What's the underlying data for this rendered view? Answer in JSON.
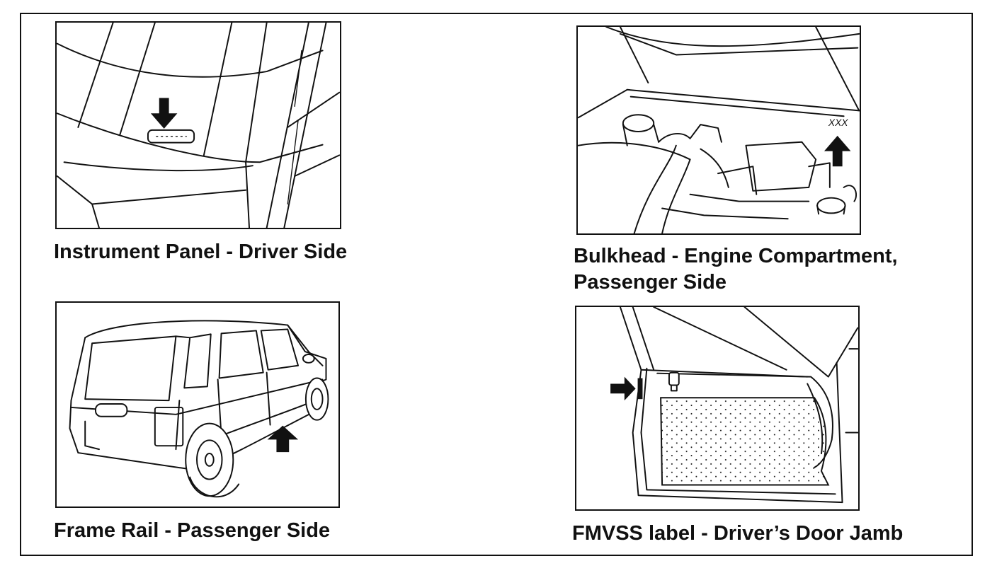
{
  "figures": [
    {
      "id": "instrument-panel",
      "caption": "Instrument Panel - Driver Side",
      "arrow": "down-arrow-icon"
    },
    {
      "id": "bulkhead",
      "caption_line1": "Bulkhead - Engine Compartment,",
      "caption_line2": "Passenger Side",
      "marking": "XXX",
      "arrow": "up-arrow-icon"
    },
    {
      "id": "frame-rail",
      "caption": "Frame Rail - Passenger Side",
      "arrow": "up-arrow-icon"
    },
    {
      "id": "door-jamb",
      "caption": "FMVSS label - Driver’s Door Jamb",
      "arrow": "right-arrow-icon"
    }
  ],
  "colors": {
    "line": "#111111",
    "background": "#ffffff"
  }
}
